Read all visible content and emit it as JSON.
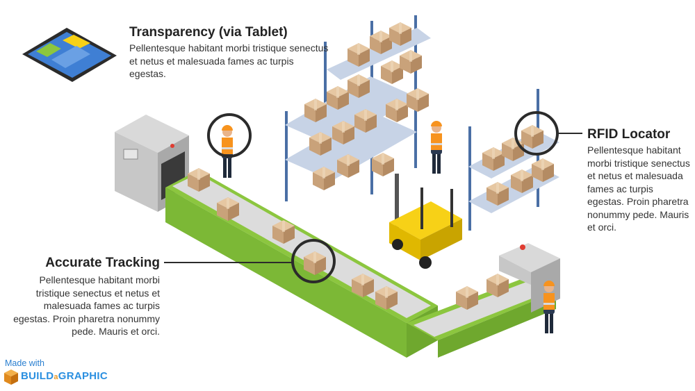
{
  "callouts": {
    "tablet": {
      "title": "Transparency (via Tablet)",
      "text": "Pellentesque habitant morbi tristique senectus et netus et malesuada fames ac turpis egestas."
    },
    "rfid": {
      "title": "RFID Locator",
      "text": "Pellentesque habitant morbi tristique senectus et netus et malesuada fames ac turpis egestas. Proin pharetra nonummy pede. Mauris et orci."
    },
    "tracking": {
      "title": "Accurate Tracking",
      "text": "Pellentesque habitant morbi tristique senectus et netus et malesuada fames ac turpis egestas. Proin pharetra nonummy pede. Mauris et orci."
    }
  },
  "badge": {
    "made_with": "Made with",
    "brand_a": "BUILD",
    "brand_b": "a",
    "brand_c": "GRAPHIC"
  },
  "colors": {
    "conveyor_green": "#8cc63f",
    "shelf_blue": "#4a6fa5",
    "box_tan": "#d2ad84",
    "vest_orange": "#f7931e",
    "forklift_yellow": "#f7d117"
  }
}
